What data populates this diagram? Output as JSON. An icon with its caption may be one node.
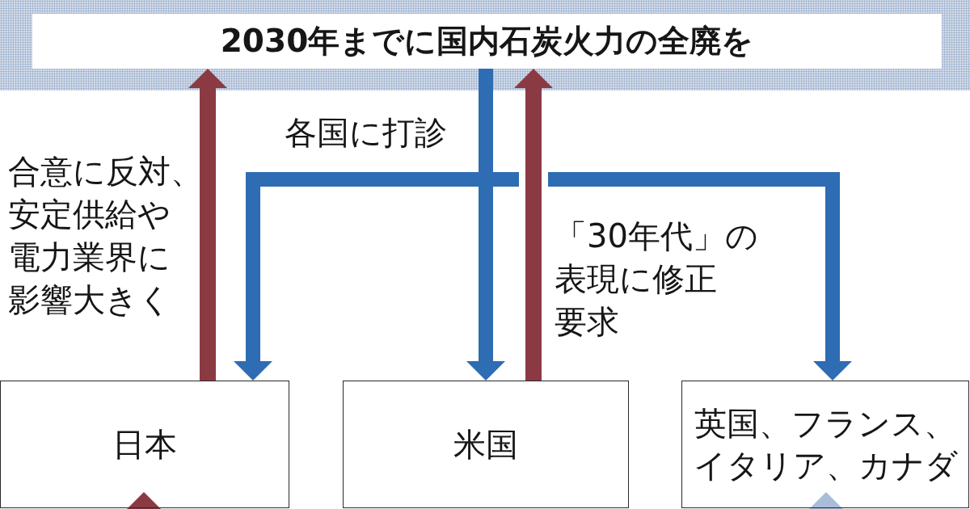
{
  "diagram": {
    "nodes": [
      {
        "text": [
          "2030年までに国内石炭火力の全廃を"
        ]
      },
      {
        "text": [
          "日本"
        ]
      },
      {
        "text": [
          "米国"
        ]
      },
      {
        "text": [
          "英国、フランス、イタリア、カナダ"
        ]
      }
    ],
    "edges": [
      {
        "from": 1,
        "to": 0,
        "arrow": "to",
        "label": "合意に反対、安定供給や電力業界に影響大きく",
        "color": "#8b3a44"
      },
      {
        "from": 0,
        "to": 1,
        "arrow": "to",
        "label": "各国に打診",
        "color": "#2e6cb3"
      },
      {
        "from": 0,
        "to": 2,
        "arrow": "to",
        "color": "#2e6cb3"
      },
      {
        "from": 0,
        "to": 3,
        "arrow": "to",
        "color": "#2e6cb3"
      },
      {
        "from": 2,
        "to": 0,
        "arrow": "to",
        "label": "「30年代」の表現に修正要求",
        "color": "#8b3a44"
      },
      {
        "from": null,
        "to": 1,
        "arrow": "to",
        "color": "#8b3a44"
      },
      {
        "from": null,
        "to": 3,
        "arrow": "to",
        "color": "#a9bdd8"
      }
    ]
  }
}
